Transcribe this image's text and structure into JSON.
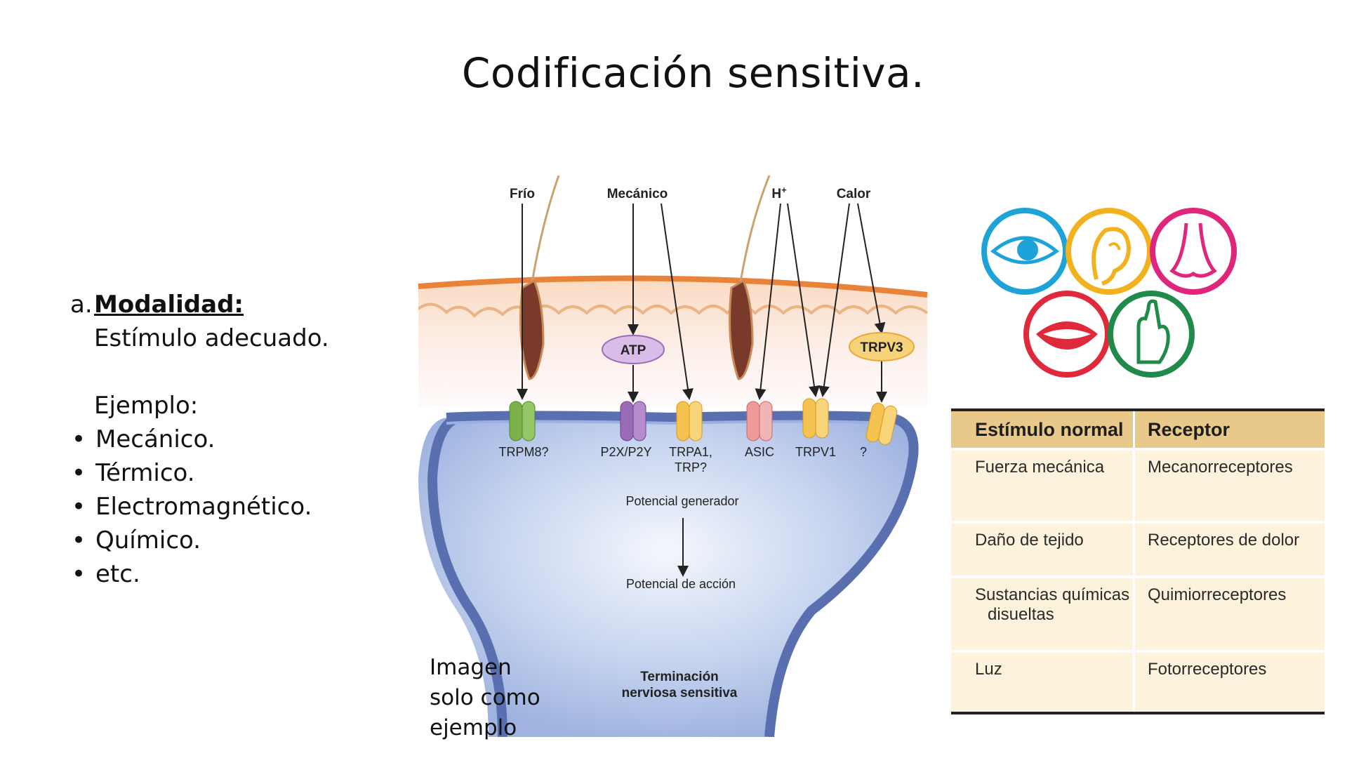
{
  "slide": {
    "title": "Codificación sensitiva."
  },
  "left": {
    "marker": "a.",
    "heading": "Modalidad:",
    "subtitle": "Estímulo adecuado.",
    "example_label": "Ejemplo:",
    "bullets": [
      "Mecánico.",
      "Térmico.",
      "Electromagnético.",
      "Químico.",
      "etc."
    ]
  },
  "note": "Imagen solo como ejemplo",
  "diagram": {
    "stimuli": {
      "frio": "Frío",
      "mecanico": "Mecánico",
      "h": "H",
      "h_sup": "+",
      "calor": "Calor"
    },
    "mediators": {
      "atp": "ATP",
      "trpv3": "TRPV3"
    },
    "channels": {
      "trpm8": "TRPM8?",
      "p2x": "P2X/P2Y",
      "trpa1_l1": "TRPA1,",
      "trpa1_l2": "TRP?",
      "asic": "ASIC",
      "trpv1": "TRPV1",
      "unknown": "?"
    },
    "generator": "Potencial generador",
    "action": "Potencial de acción",
    "terminal_l1": "Terminación",
    "terminal_l2": "nerviosa sensitiva",
    "colors": {
      "green": "#7bb34a",
      "purple": "#9b6bb8",
      "yellow": "#f3c24f",
      "pink": "#ec9a9a",
      "membrane": "#5a6fb0",
      "cell": "#b8c8ea",
      "skin": "#e9833a"
    }
  },
  "senses_icons": [
    "eye-icon",
    "ear-icon",
    "nose-icon",
    "mouth-icon",
    "hand-icon"
  ],
  "table": {
    "headers": [
      "Estímulo normal",
      "Receptor"
    ],
    "rows": [
      {
        "stimulus": "Fuerza mecánica",
        "stimulus2": "",
        "receptor": "Mecanorreceptores"
      },
      {
        "stimulus": "Daño de tejido",
        "stimulus2": "",
        "receptor": "Receptores de dolor"
      },
      {
        "stimulus": "Sustancias químicas",
        "stimulus2": "disueltas",
        "receptor": "Quimiorreceptores"
      },
      {
        "stimulus": "Luz",
        "stimulus2": "",
        "receptor": "Fotorreceptores"
      }
    ]
  }
}
